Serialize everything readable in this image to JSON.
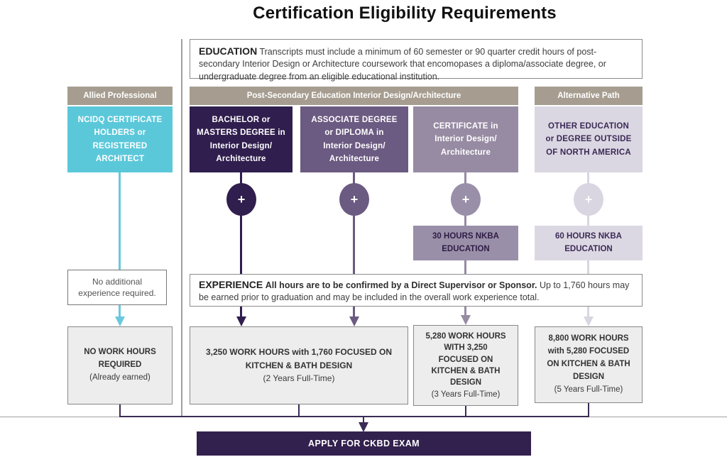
{
  "title": "Certification Eligibility Requirements",
  "education_box": {
    "heading": "EDUCATION",
    "body": "Transcripts must include a minimum of 60 semester or 90 quarter credit hours of post-secondary Interior Design or Architecture coursework that encomopases a diploma/associate degree, or undergraduate degree from an eligible educational institution."
  },
  "column_headers": {
    "allied": "Allied Professional",
    "post_secondary": "Post-Secondary Education Interior Design/Architecture",
    "alternative": "Alternative Path"
  },
  "plus_symbol": "+",
  "paths": {
    "allied": {
      "credential": "NCIDQ CERTIFICATE\nHOLDERS or\nREGISTERED\nARCHITECT",
      "experience_note": "No additional\nexperience required.",
      "work_hours": "NO WORK HOURS\nREQUIRED",
      "work_hours_note": "(Already earned)"
    },
    "bachelor": {
      "credential": "BACHELOR or\nMASTERS DEGREE in\nInterior Design/\nArchitecture"
    },
    "associate": {
      "credential": "ASSOCIATE DEGREE\nor DIPLOMA in\nInterior Design/\nArchitecture"
    },
    "bachelor_associate_shared": {
      "work_hours": "3,250 WORK HOURS with 1,760 FOCUSED ON\nKITCHEN & BATH DESIGN",
      "work_hours_note": "(2 Years Full-Time)"
    },
    "certificate": {
      "credential": "CERTIFICATE in\nInterior Design/\nArchitecture",
      "nkba": "30 HOURS NKBA\nEDUCATION",
      "work_hours": "5,280 WORK HOURS\nWITH 3,250\nFOCUSED ON\nKITCHEN & BATH\nDESIGN",
      "work_hours_note": "(3 Years Full-Time)"
    },
    "alternative": {
      "credential": "OTHER EDUCATION\nor DEGREE OUTSIDE\nOF NORTH AMERICA",
      "nkba": "60 HOURS NKBA\nEDUCATION",
      "work_hours": "8,800 WORK HOURS\nwith 5,280 FOCUSED\nON KITCHEN & BATH\nDESIGN",
      "work_hours_note": "(5 Years Full-Time)"
    }
  },
  "experience_box": {
    "heading": "EXPERIENCE",
    "bold_note": "All hours are to be confirmed by a Direct Supervisor or Sponsor.",
    "body": "Up to 1,760 hours may be earned prior to graduation and may be included in the overall work experience total."
  },
  "apply_bar": {
    "label": "APPLY FOR CKBD EXAM"
  },
  "colors": {
    "cyan": "#5bc8da",
    "dark_purple": "#301e4e",
    "medium_purple": "#6b5a81",
    "light_purple": "#978ba3",
    "pale_lavender": "#dbd7e2",
    "nkba_30_bg": "#9a8fa8",
    "nkba_60_bg": "#dcd8e3",
    "header_taupe": "#a69d90",
    "work_box_gray": "#ededed",
    "dark_text_purple": "#3b2a56",
    "connector_dark": "#3a2c55",
    "title_black": "#111111"
  }
}
